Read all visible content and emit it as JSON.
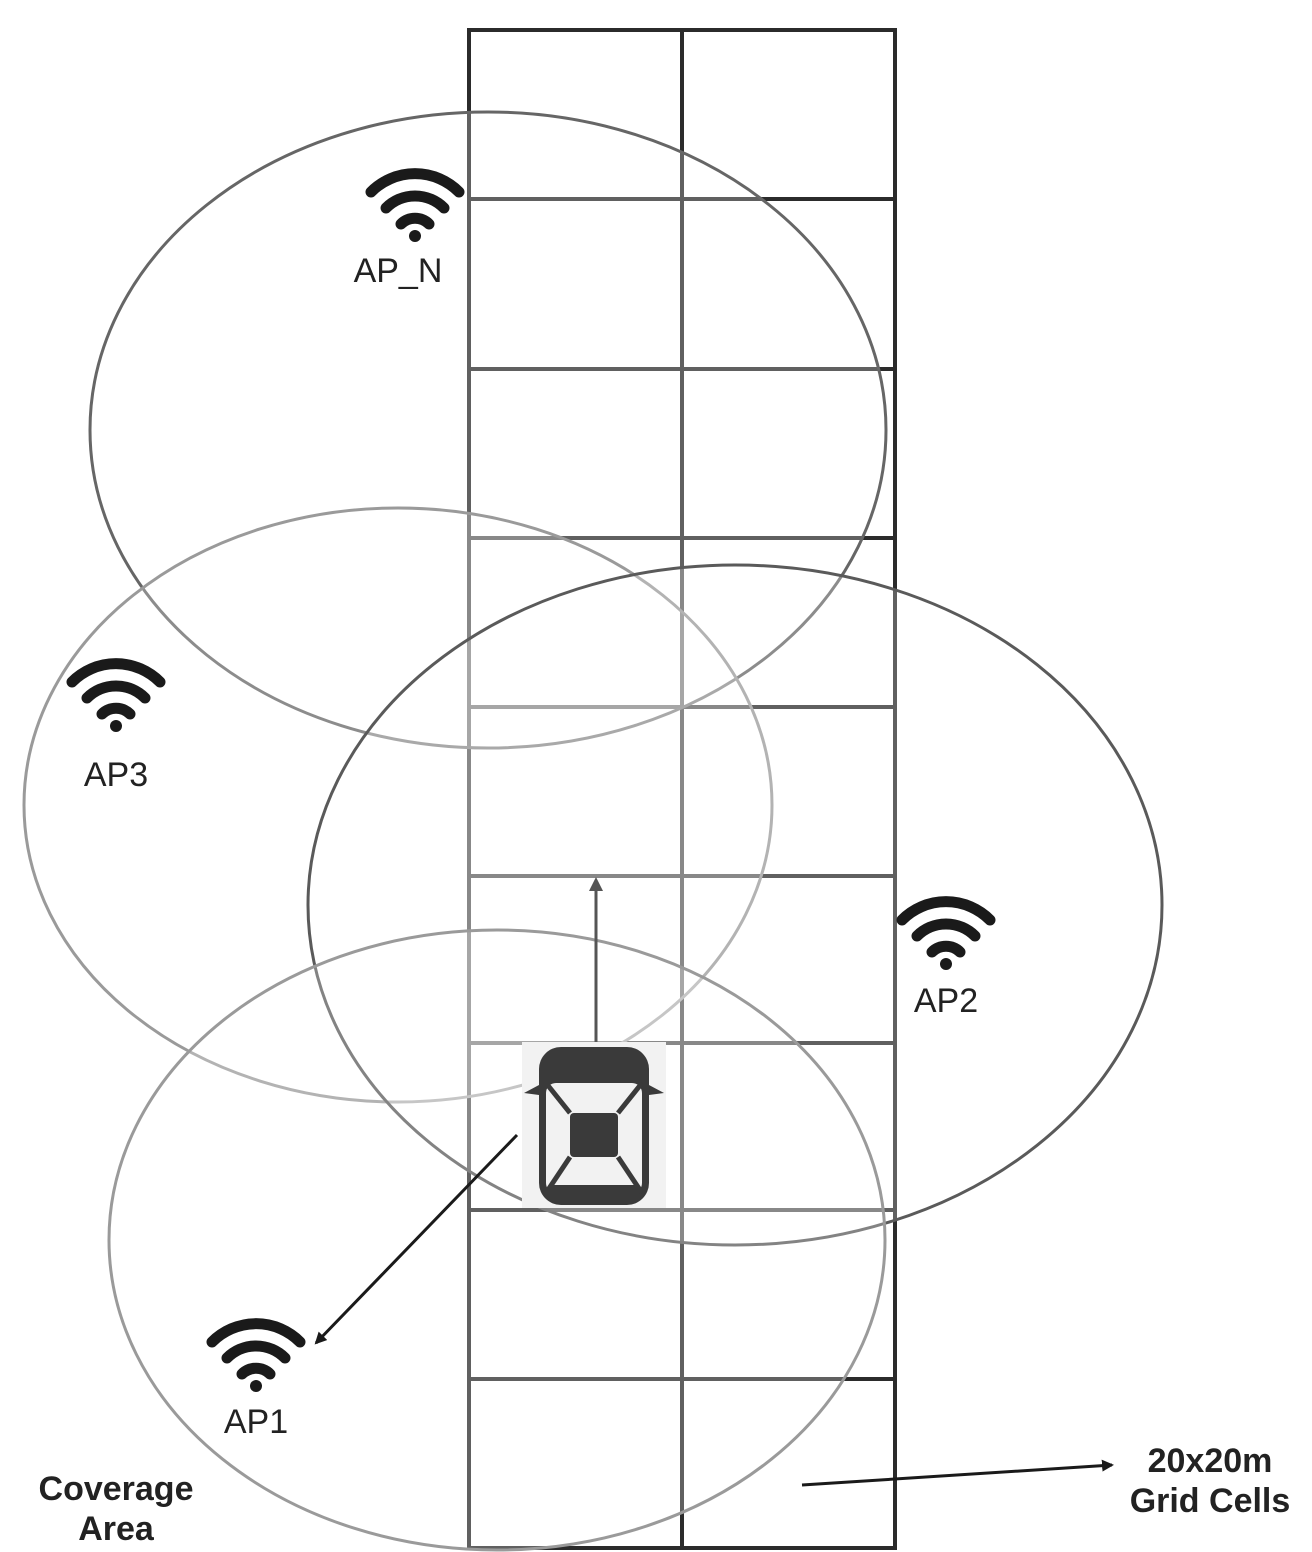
{
  "access_points": [
    {
      "id": "ap_n",
      "label": "AP_N"
    },
    {
      "id": "ap3",
      "label": "AP3"
    },
    {
      "id": "ap2",
      "label": "AP2"
    },
    {
      "id": "ap1",
      "label": "AP1"
    }
  ],
  "annotations": {
    "coverage_line1": "Coverage",
    "coverage_line2": "Area",
    "grid_line1": "20x20m",
    "grid_line2": "Grid Cells"
  },
  "colors": {
    "grid": "#2b2b2b",
    "circle_dark": "#5a5a5a",
    "circle_light": "#9a9a9a",
    "icon": "#1a1a1a",
    "car": "#3a3a3a"
  }
}
